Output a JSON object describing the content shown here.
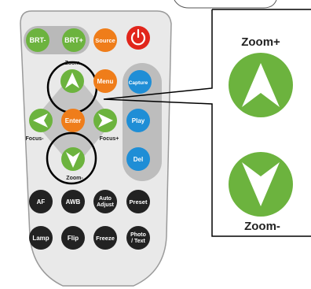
{
  "remote": {
    "buttons": {
      "brt_minus": "BRT-",
      "brt_plus": "BRT+",
      "source": "Source",
      "menu": "Menu",
      "capture": "Capture",
      "enter": "Enter",
      "play": "Play",
      "del": "Del",
      "af": "AF",
      "awb": "AWB",
      "auto_adjust_line1": "Auto",
      "auto_adjust_line2": "Adjust",
      "preset": "Preset",
      "lamp": "Lamp",
      "flip": "Flip",
      "freeze": "Freeze",
      "photo_text_line1": "Photo",
      "photo_text_line2": "/ Text"
    },
    "labels": {
      "zoom_small": "Zoom",
      "zoom_minus_small": "Zoom-",
      "focus_minus": "Focus-",
      "focus_plus": "Focus+"
    }
  },
  "callout": {
    "zoom_plus": "Zoom+",
    "zoom_minus": "Zoom-"
  },
  "colors": {
    "body": "#e9e9e9",
    "dark_button": "#222222",
    "green": "#6cb33e",
    "orange": "#ef7d1a",
    "blue": "#1f8ed6",
    "red": "#e1251b"
  }
}
